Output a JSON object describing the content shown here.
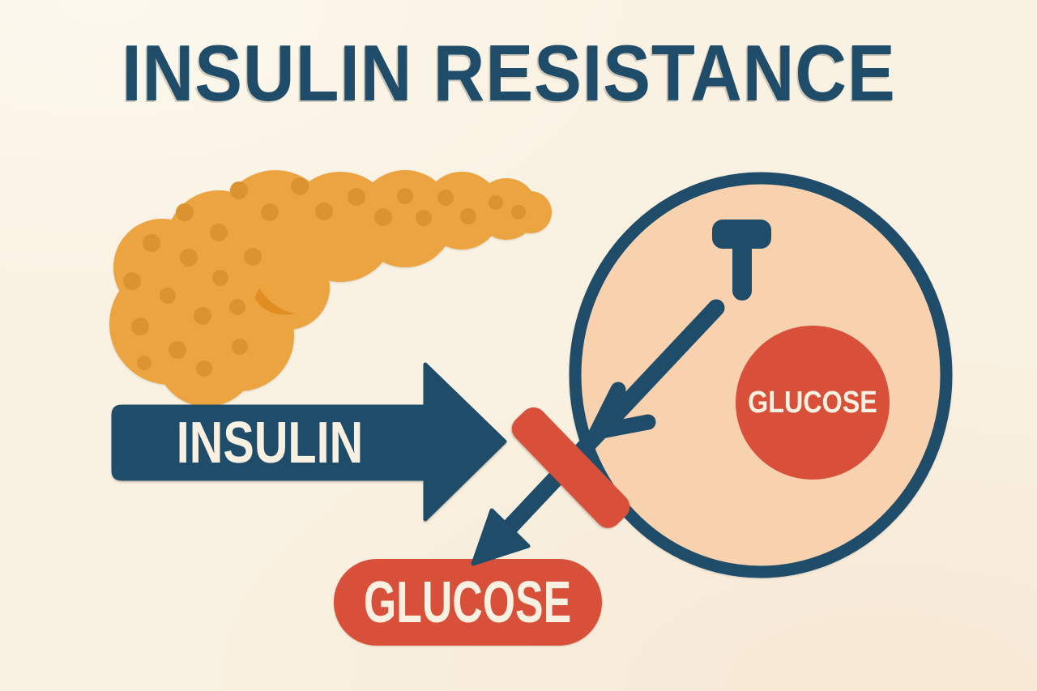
{
  "title": "INSULIN RESISTANCE",
  "labels": {
    "insulin_arrow": "INSULIN",
    "glucose_in_cell": "GLUCOSE",
    "glucose_blocked": "GLUCOSE"
  },
  "colors": {
    "bg": "#f9f1e1",
    "navy": "#1e4c69",
    "red": "#d8503a",
    "orange": "#eca441",
    "orange-dark": "#db9330",
    "peach": "#f8d1ae",
    "text-light": "#f8f0e1"
  }
}
